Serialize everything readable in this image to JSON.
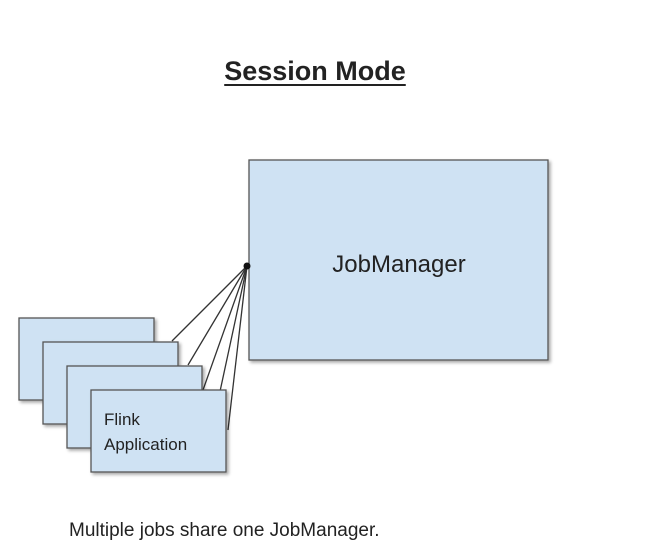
{
  "title": "Session Mode",
  "job_manager": {
    "label": "JobManager"
  },
  "application": {
    "label_line1": "Flink",
    "label_line2": "Application"
  },
  "caption": "Multiple jobs share one JobManager.",
  "colors": {
    "box_fill": "#cfe2f3",
    "box_stroke": "#555555",
    "line": "#333333",
    "text": "#222222"
  }
}
